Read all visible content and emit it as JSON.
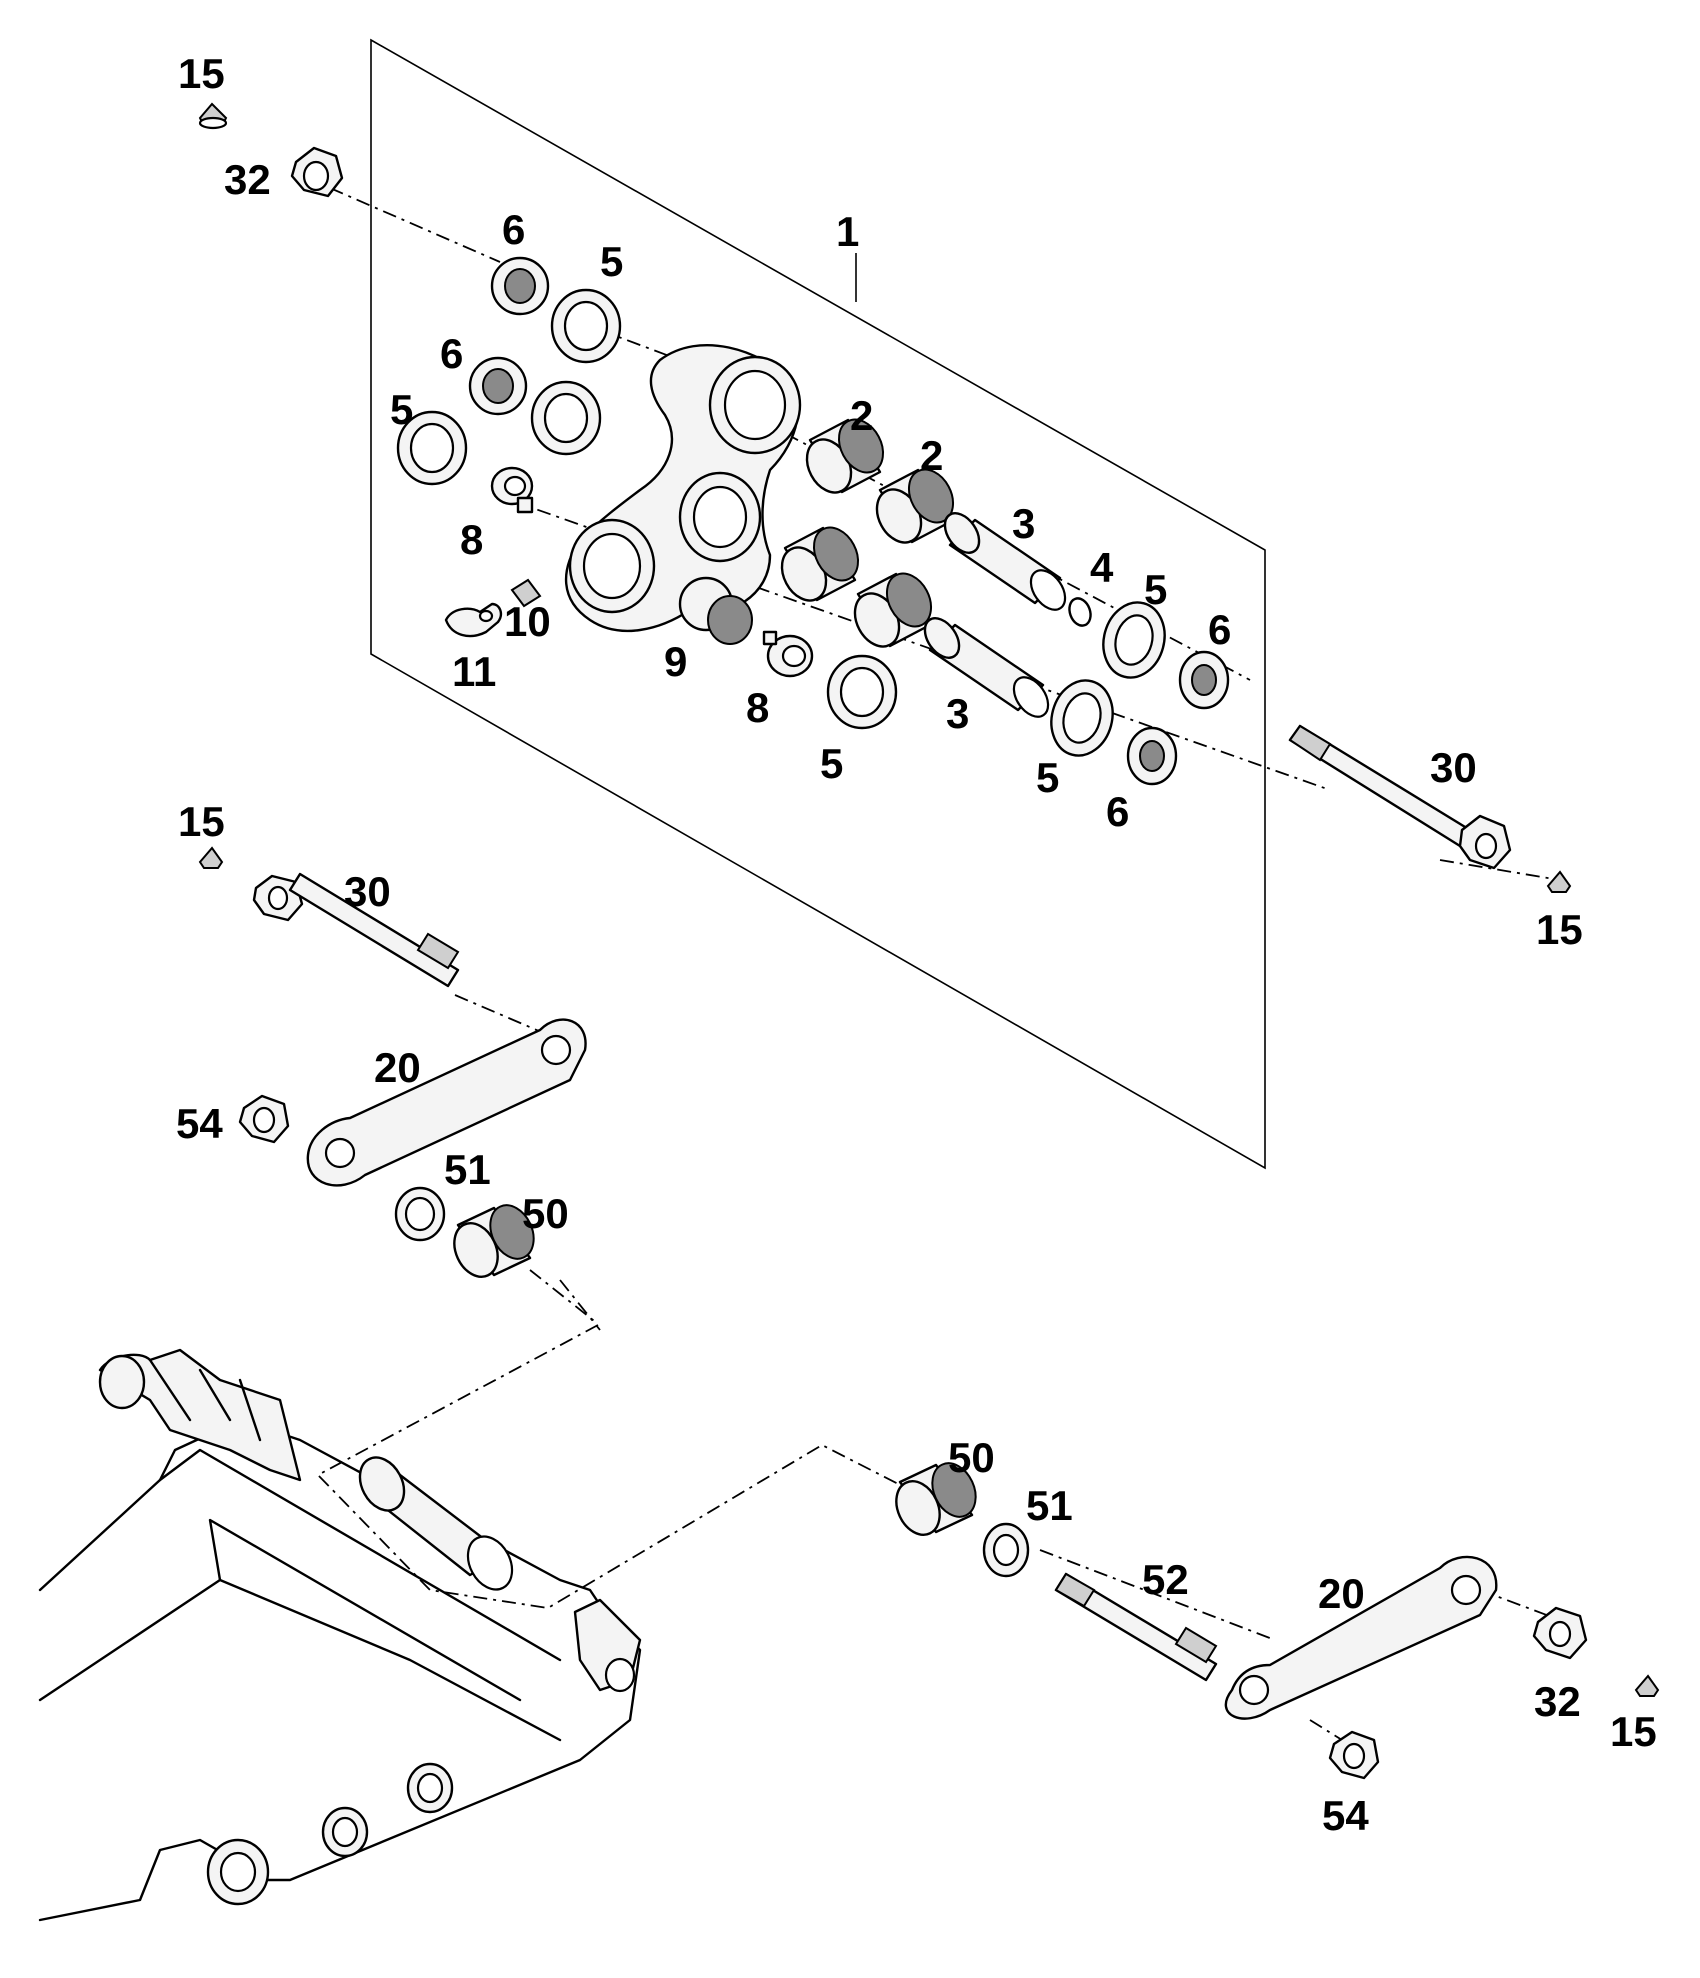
{
  "labels": [
    {
      "id": "l15a",
      "text": "15"
    },
    {
      "id": "l32a",
      "text": "32"
    },
    {
      "id": "l6a",
      "text": "6"
    },
    {
      "id": "l5a",
      "text": "5"
    },
    {
      "id": "l1",
      "text": "1"
    },
    {
      "id": "l6b",
      "text": "6"
    },
    {
      "id": "l5b",
      "text": "5"
    },
    {
      "id": "l2a",
      "text": "2"
    },
    {
      "id": "l2b",
      "text": "2"
    },
    {
      "id": "l8a",
      "text": "8"
    },
    {
      "id": "l3a",
      "text": "3"
    },
    {
      "id": "l4",
      "text": "4"
    },
    {
      "id": "l5c",
      "text": "5"
    },
    {
      "id": "l6c",
      "text": "6"
    },
    {
      "id": "l10",
      "text": "10"
    },
    {
      "id": "l11",
      "text": "11"
    },
    {
      "id": "l9",
      "text": "9"
    },
    {
      "id": "l8b",
      "text": "8"
    },
    {
      "id": "l3b",
      "text": "3"
    },
    {
      "id": "l5d",
      "text": "5"
    },
    {
      "id": "l5e",
      "text": "5"
    },
    {
      "id": "l6d",
      "text": "6"
    },
    {
      "id": "l30a",
      "text": "30"
    },
    {
      "id": "l15b",
      "text": "15"
    },
    {
      "id": "l15c",
      "text": "15"
    },
    {
      "id": "l30b",
      "text": "30"
    },
    {
      "id": "l20a",
      "text": "20"
    },
    {
      "id": "l54a",
      "text": "54"
    },
    {
      "id": "l51a",
      "text": "51"
    },
    {
      "id": "l50a",
      "text": "50"
    },
    {
      "id": "l50b",
      "text": "50"
    },
    {
      "id": "l51b",
      "text": "51"
    },
    {
      "id": "l52",
      "text": "52"
    },
    {
      "id": "l20b",
      "text": "20"
    },
    {
      "id": "l32b",
      "text": "32"
    },
    {
      "id": "l15d",
      "text": "15"
    },
    {
      "id": "l54b",
      "text": "54"
    }
  ]
}
